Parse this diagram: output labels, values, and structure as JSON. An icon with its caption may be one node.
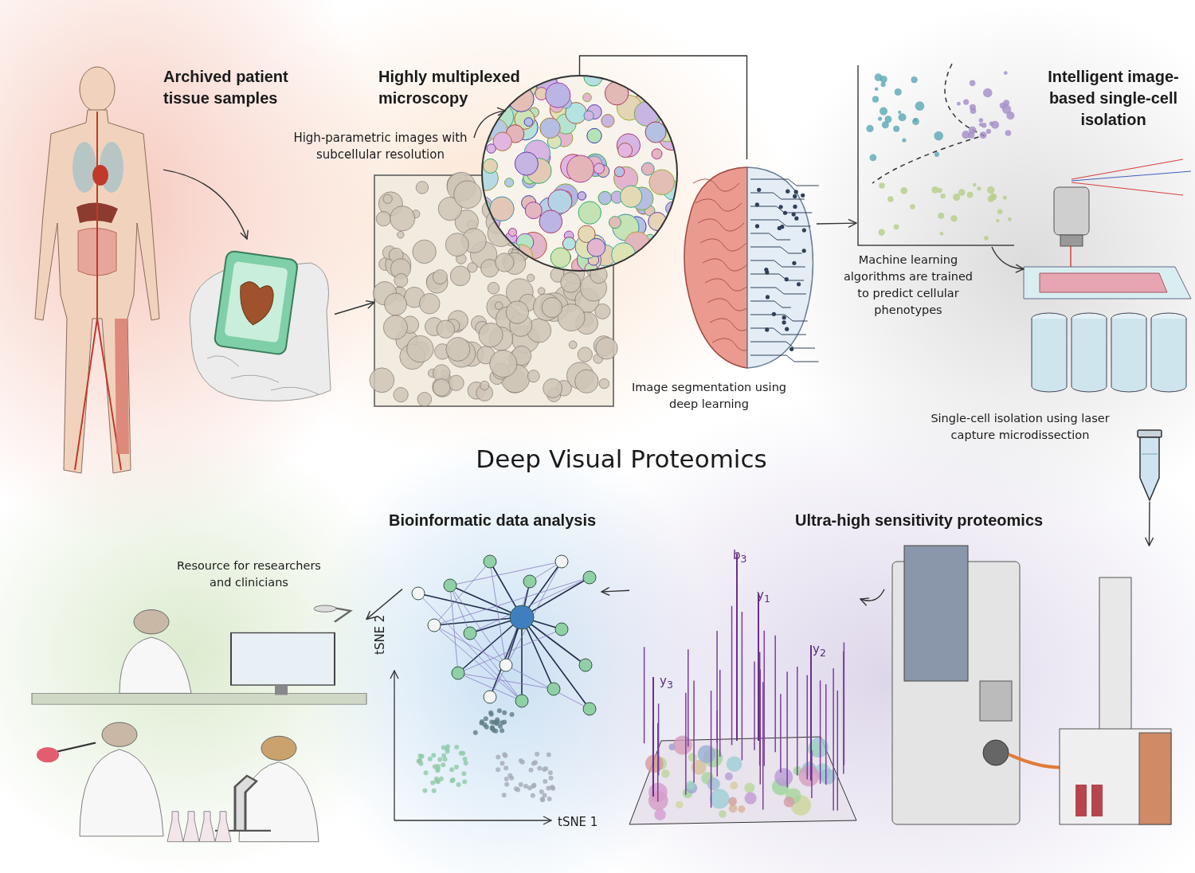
{
  "diagram": {
    "title": "Deep Visual Proteomics",
    "nodes": [
      {
        "text": [],
        "shape": "picture"
      },
      {
        "text": [],
        "shape": "picture"
      },
      {
        "text": [],
        "shape": "picture"
      },
      {
        "text": [
          "High-parametric images with subcellular resolution"
        ]
      },
      {
        "text": [],
        "shape": "circle"
      },
      {
        "text": [],
        "shape": "picture",
        "beside": [
          "Image segmentation using deep learning"
        ]
      },
      {
        "text": [],
        "shape": "picture",
        "beside": [
          "Machine learning algorithms are trained to predict cellular phenotypes"
        ]
      },
      {
        "text": [],
        "shape": "picture",
        "beside": [
          "Single-cell isolation using laser capture microdissection"
        ]
      },
      {
        "text": [],
        "shape": "picture"
      },
      {
        "text": [],
        "shape": "picture"
      },
      {
        "text": [],
        "shape": "picture"
      },
      {
        "text": [],
        "shape": "picture"
      },
      {
        "text": [],
        "shape": "picture",
        "beside": [
          "Resource for researchers and clinicians"
        ]
      }
    ],
    "edges": [
      {
        "from": 0,
        "to": 1,
        "arrow": "to"
      },
      {
        "from": 1,
        "to": 2,
        "arrow": "to"
      },
      {
        "from": 3,
        "to": 4,
        "arrow": "to"
      },
      {
        "from": 4,
        "to": 5,
        "arrow": "none"
      },
      {
        "from": 5,
        "to": 6,
        "arrow": "to"
      },
      {
        "from": 6,
        "to": 7,
        "arrow": "to"
      },
      {
        "from": 8,
        "to": 9,
        "arrow": "to"
      },
      {
        "from": 9,
        "to": 10,
        "arrow": "to"
      },
      {
        "from": 10,
        "to": 11,
        "arrow": "to"
      },
      {
        "from": 11,
        "to": 12,
        "arrow": "to"
      }
    ],
    "labels": [
      "Archived patient tissue samples",
      "Highly multiplexed microscopy",
      "Intelligent image-based single-cell isolation",
      "Bioinformatic data analysis",
      "Ultra-high sensitivity proteomics",
      "b$_{3}$",
      "y$_{1}$",
      "y$_{2}$",
      "y$_{3}$",
      "tSNE 2",
      "tSNE 1"
    ]
  }
}
